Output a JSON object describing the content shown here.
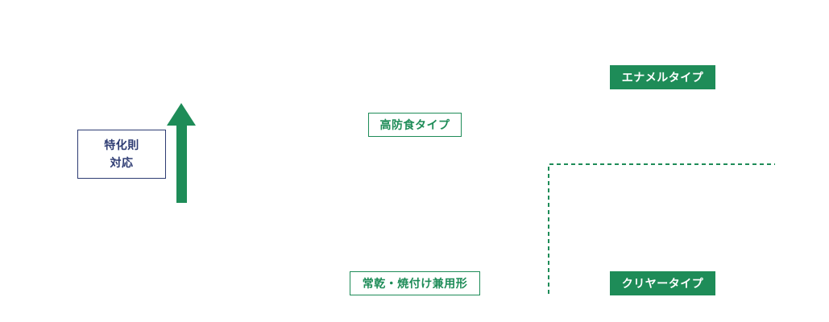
{
  "colors": {
    "accent_green": "#1e8c58",
    "navy": "#2e3c73",
    "background": "#ffffff"
  },
  "left_label": {
    "line1": "特化則",
    "line2": "対応"
  },
  "labels": {
    "high_corrosion": "高防食タイプ",
    "normal_baking": "常乾・焼付け兼用形",
    "enamel": "エナメルタイプ",
    "clear": "クリヤータイプ"
  },
  "icons": {
    "arrow": "arrow-up-icon",
    "divider": "dashed-divider"
  }
}
